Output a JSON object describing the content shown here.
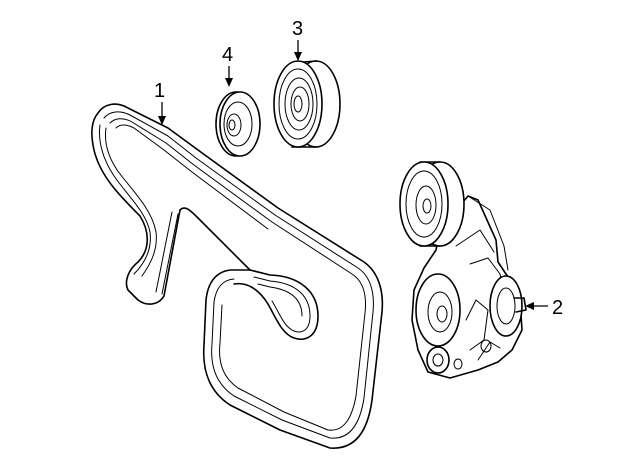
{
  "callouts": [
    {
      "id": "1",
      "label": "1",
      "part": "serpentine-belt"
    },
    {
      "id": "2",
      "label": "2",
      "part": "belt-tensioner-assembly"
    },
    {
      "id": "3",
      "label": "3",
      "part": "idler-pulley"
    },
    {
      "id": "4",
      "label": "4",
      "part": "small-idler-pulley"
    }
  ],
  "colors": {
    "line": "#000000",
    "background": "#ffffff"
  }
}
